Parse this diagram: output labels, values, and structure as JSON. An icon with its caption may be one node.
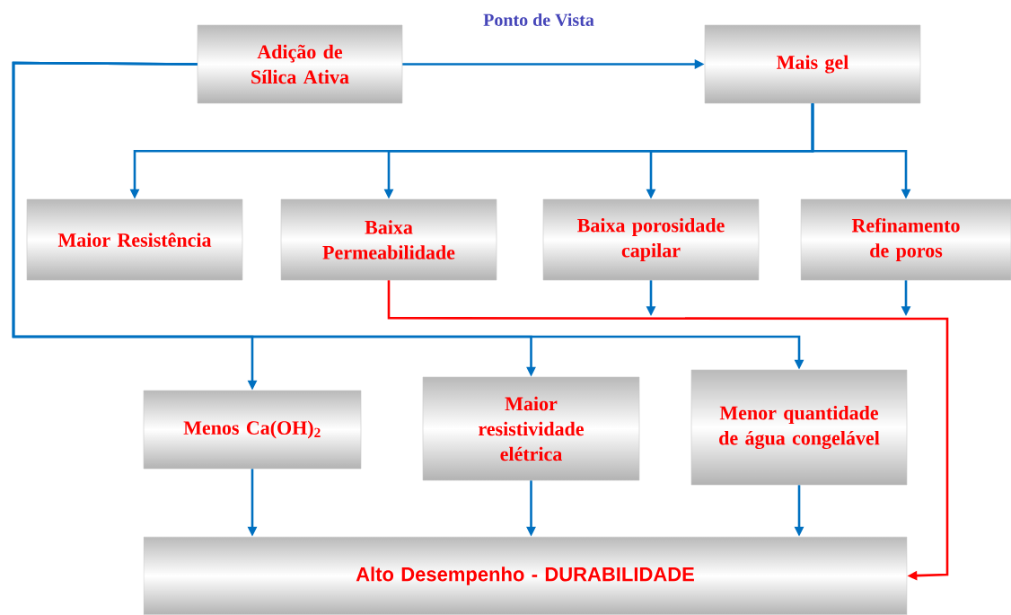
{
  "diagram": {
    "title": "Ponto de Vista",
    "nodes": [
      {
        "text": [
          "Adição de Sílica Ativa"
        ]
      },
      {
        "text": [
          "Mais gel"
        ]
      },
      {
        "text": [
          "Maior Resistência"
        ]
      },
      {
        "text": [
          "Baixa Permeabilidade"
        ]
      },
      {
        "text": [
          "Baixa porosidade capilar"
        ]
      },
      {
        "text": [
          "Refinamento de poros"
        ]
      },
      {
        "text": [
          "Menos Ca(OH)$_{2}$"
        ]
      },
      {
        "text": [
          "Maior resistividade elétrica"
        ]
      },
      {
        "text": [
          "Menor quantidade de água congelável"
        ]
      },
      {
        "text": [
          "Alto Desempenho - DURABILIDADE"
        ]
      }
    ],
    "edges": [
      {
        "from": 0,
        "to": 1,
        "arrow": "to"
      },
      {
        "from": 1,
        "to": 2,
        "arrow": "to"
      },
      {
        "from": 1,
        "to": 3,
        "arrow": "to"
      },
      {
        "from": 1,
        "to": 4,
        "arrow": "to"
      },
      {
        "from": 1,
        "to": 5,
        "arrow": "to"
      },
      {
        "from": 0,
        "to": 6,
        "arrow": "to"
      },
      {
        "from": 0,
        "to": 7,
        "arrow": "to"
      },
      {
        "from": 0,
        "to": 8,
        "arrow": "to"
      },
      {
        "from": 3,
        "to": 9,
        "arrow": "to",
        "color": "#ff0000"
      },
      {
        "from": 4,
        "to": null,
        "arrow": "to"
      },
      {
        "from": 5,
        "to": null,
        "arrow": "to"
      },
      {
        "from": 6,
        "to": 9,
        "arrow": "to"
      },
      {
        "from": 7,
        "to": 9,
        "arrow": "to"
      },
      {
        "from": 8,
        "to": 9,
        "arrow": "to"
      }
    ]
  }
}
